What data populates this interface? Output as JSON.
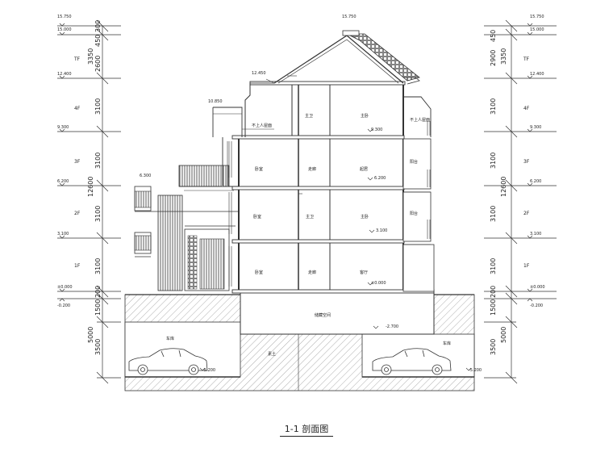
{
  "caption": "1-1 剖面图",
  "elevations_left": [
    "15.750",
    "15.000",
    "12.400",
    "9.300",
    "6.200",
    "3.100",
    "±0.000",
    "-0.200"
  ],
  "elevations_right": [
    "15.750",
    "15.000",
    "12.400",
    "9.300",
    "6.200",
    "3.100",
    "±0.000",
    "-0.200"
  ],
  "dims_left": {
    "top_a": "300",
    "top_b": "450",
    "top_c": "2600",
    "roof": "3350",
    "f4": "3100",
    "f3": "3100",
    "f2": "3100",
    "f1": "3100",
    "total": "12600",
    "base": "200",
    "b1": "1500",
    "b2": "3500",
    "b_total": "5000"
  },
  "dims_right": {
    "top_a": "450",
    "top_b": "2900",
    "roof": "3350",
    "f4": "3100",
    "f3": "3100",
    "f2": "3100",
    "f1": "3100",
    "total": "12600",
    "base": "200",
    "b1": "1500",
    "b2": "3500",
    "b_total": "5000"
  },
  "floors_left": [
    "TF",
    "4F",
    "3F",
    "2F",
    "1F"
  ],
  "floors_right": [
    "TF",
    "4F",
    "3F",
    "2F",
    "1F"
  ],
  "building_levels": {
    "ridge": "15.750",
    "eave": "12.450",
    "terrace_left": "10.850",
    "l9": "9.300",
    "l6": "6.200",
    "l6_left": "6.300",
    "l3": "3.100",
    "l0": "±0.000",
    "garage": "-2.700",
    "basement": "-5.200"
  },
  "room_labels": {
    "terrace_left": "不上人屋面",
    "terrace_right": "不上人屋面",
    "l4_study": "主卫",
    "l4_master": "主卧",
    "l3_bed": "卧室",
    "l3_corr": "走廊",
    "l3_hall": "起居",
    "l3_balcony": "阳台",
    "l2_bed": "卧室",
    "l2_bath": "主卫",
    "l2_master": "主卧",
    "l2_balcony": "阳台",
    "l1_bed": "卧室",
    "l1_corr": "走廊",
    "l1_living": "客厅",
    "storage": "储藏空间",
    "garage_left": "车库",
    "garage_right": "车库",
    "soil": "素土"
  }
}
